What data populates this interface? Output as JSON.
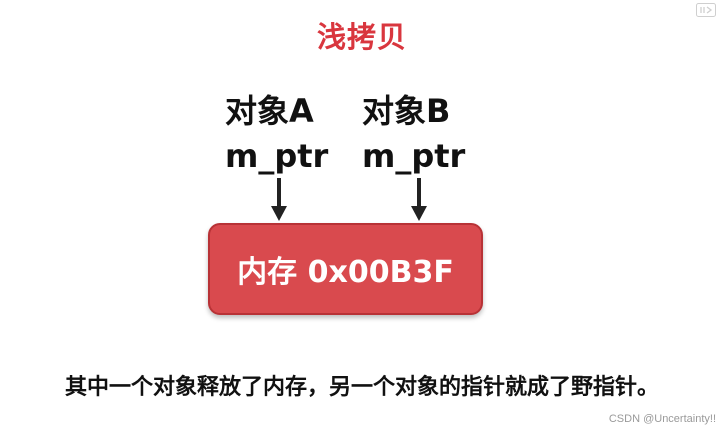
{
  "title": "浅拷贝",
  "objects": [
    {
      "name": "对象A",
      "pointer": "m_ptr"
    },
    {
      "name": "对象B",
      "pointer": "m_ptr"
    }
  ],
  "memory_block": {
    "label": "内存 0x00B3F",
    "color": "#d94a4e"
  },
  "caption": "其中一个对象释放了内存，另一个对象的指针就成了野指针。",
  "watermark": "CSDN @Uncertainty!!",
  "colors": {
    "title": "#d9363e",
    "text": "#111111",
    "box": "#d94a4e"
  }
}
